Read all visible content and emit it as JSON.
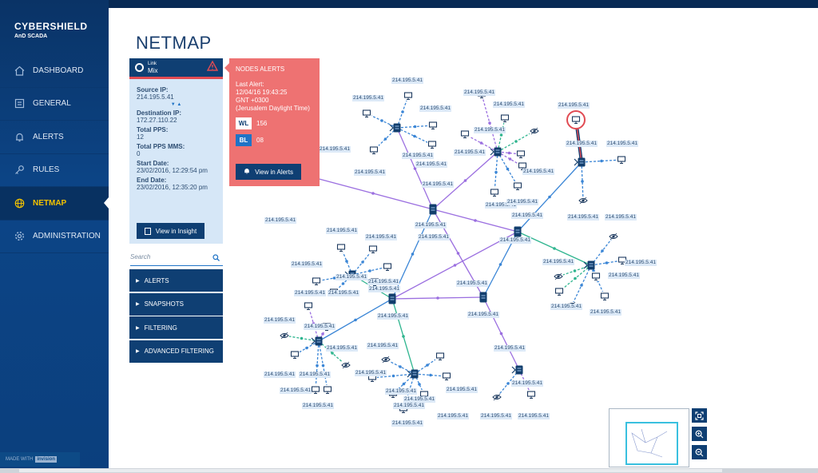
{
  "brand": {
    "line1": "CYBERSHIELD",
    "line2": "AnD SCADA"
  },
  "nav": [
    {
      "label": "DASHBOARD",
      "icon": "home-icon"
    },
    {
      "label": "GENERAL",
      "icon": "general-icon"
    },
    {
      "label": "ALERTS",
      "icon": "bell-icon"
    },
    {
      "label": "RULES",
      "icon": "key-icon"
    },
    {
      "label": "NETMAP",
      "icon": "globe-icon",
      "active": true
    },
    {
      "label": "ADMINISTRATION",
      "icon": "gear-icon"
    }
  ],
  "footer": {
    "made_with": "MADE WITH",
    "brand": "invision"
  },
  "page_title": "NETMAP",
  "link_panel": {
    "kind_label": "Link",
    "kind_value": "Mix",
    "source_ip_label": "Source IP:",
    "source_ip": "214.195.5.41",
    "dest_ip_label": "Destination IP:",
    "dest_ip": "172.27.110.22",
    "total_pps_label": "Total PPS:",
    "total_pps": "12",
    "total_pps_mms_label": "Total PPS MMS:",
    "total_pps_mms": "0",
    "start_date_label": "Start Date:",
    "start_date": "23/02/2016, 12:29:54 pm",
    "end_date_label": "End Date:",
    "end_date": "23/02/2016, 12:35:20 pm",
    "insight_button": "View in Insight"
  },
  "search": {
    "placeholder": "Search"
  },
  "accordion": [
    "ALERTS",
    "SNAPSHOTS",
    "FILTERING",
    "ADVANCED FILTERING"
  ],
  "alerts_popup": {
    "title": "NODES ALERTS",
    "last_alert_label": "Last Alert:",
    "last_alert_time": "12/04/16  19:43:25",
    "timezone": "GNT +0300",
    "timezone_name": "(Jerusalem Daylight Time)",
    "wl_label": "WL",
    "wl_count": "156",
    "bl_label": "BL",
    "bl_count": "08",
    "button": "View in Alerts"
  },
  "node_label": "214.195.5.41",
  "colors": {
    "purple": "#9b6fe0",
    "blue": "#3b86d6",
    "green": "#2fb58f",
    "alert": "#e14b53",
    "navy": "#0f3f73"
  }
}
